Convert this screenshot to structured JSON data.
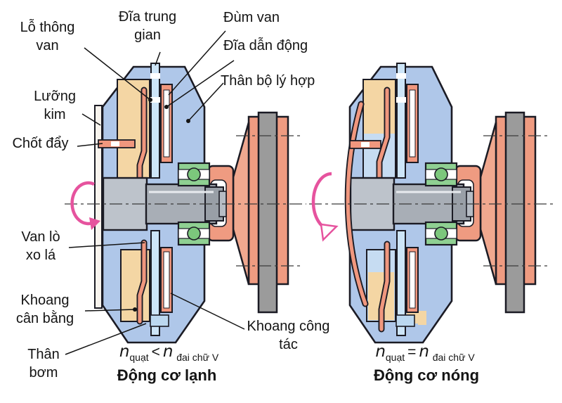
{
  "figure": {
    "labels": {
      "vent_hole": "Lỗ thông\nvan",
      "intermediate_disc": "Đĩa trung\ngian",
      "valve_hub": "Đùm van",
      "drive_disc": "Đĩa dẫn động",
      "clutch_body": "Thân bộ lý hợp",
      "bimetal": "Lưỡng\nkim",
      "push_pin": "Chốt đẩy",
      "leaf_spring_valve": "Van lò\nxo lá",
      "balance_chamber": "Khoang\ncân bằng",
      "pump_body": "Thân\nbơm",
      "working_chamber": "Khoang công\ntác"
    },
    "cold": {
      "caption": "Động cơ lạnh",
      "formula": {
        "n1": "n",
        "sub1": "quạt",
        "op": "<",
        "n2": "n",
        "sub2": "đai chữ V"
      }
    },
    "hot": {
      "caption": "Động cơ nóng",
      "formula": {
        "n1": "n",
        "sub1": "quạt",
        "op": "=",
        "n2": "n",
        "sub2": "đai chữ V"
      }
    },
    "colors": {
      "housing_blue": "#afc7e9",
      "oil_tan": "#f4d6a4",
      "disc_salmon": "#f0977e",
      "bearing_green": "#8fd092",
      "belt_gray": "#9b9b9b",
      "shaft_gray": "#a8aeb6",
      "rotation_arrow_pink": "#e6539e"
    }
  }
}
